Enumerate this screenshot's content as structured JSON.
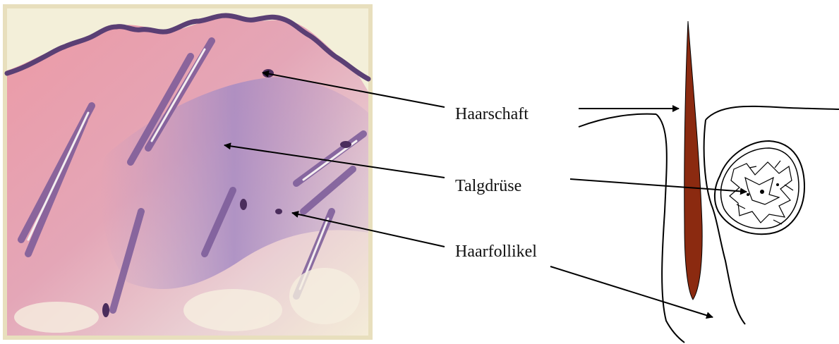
{
  "labels": {
    "hair_shaft": "Haarschaft",
    "sebaceous_gland": "Talgdrüse",
    "hair_follicle": "Haarfollikel"
  },
  "colors": {
    "tissue_pink": "#e9a9b4",
    "tissue_purple": "#a58fc0",
    "epidermis": "#6b4f86",
    "hair": "#8b2a10",
    "frame": "#d8cfa6"
  }
}
